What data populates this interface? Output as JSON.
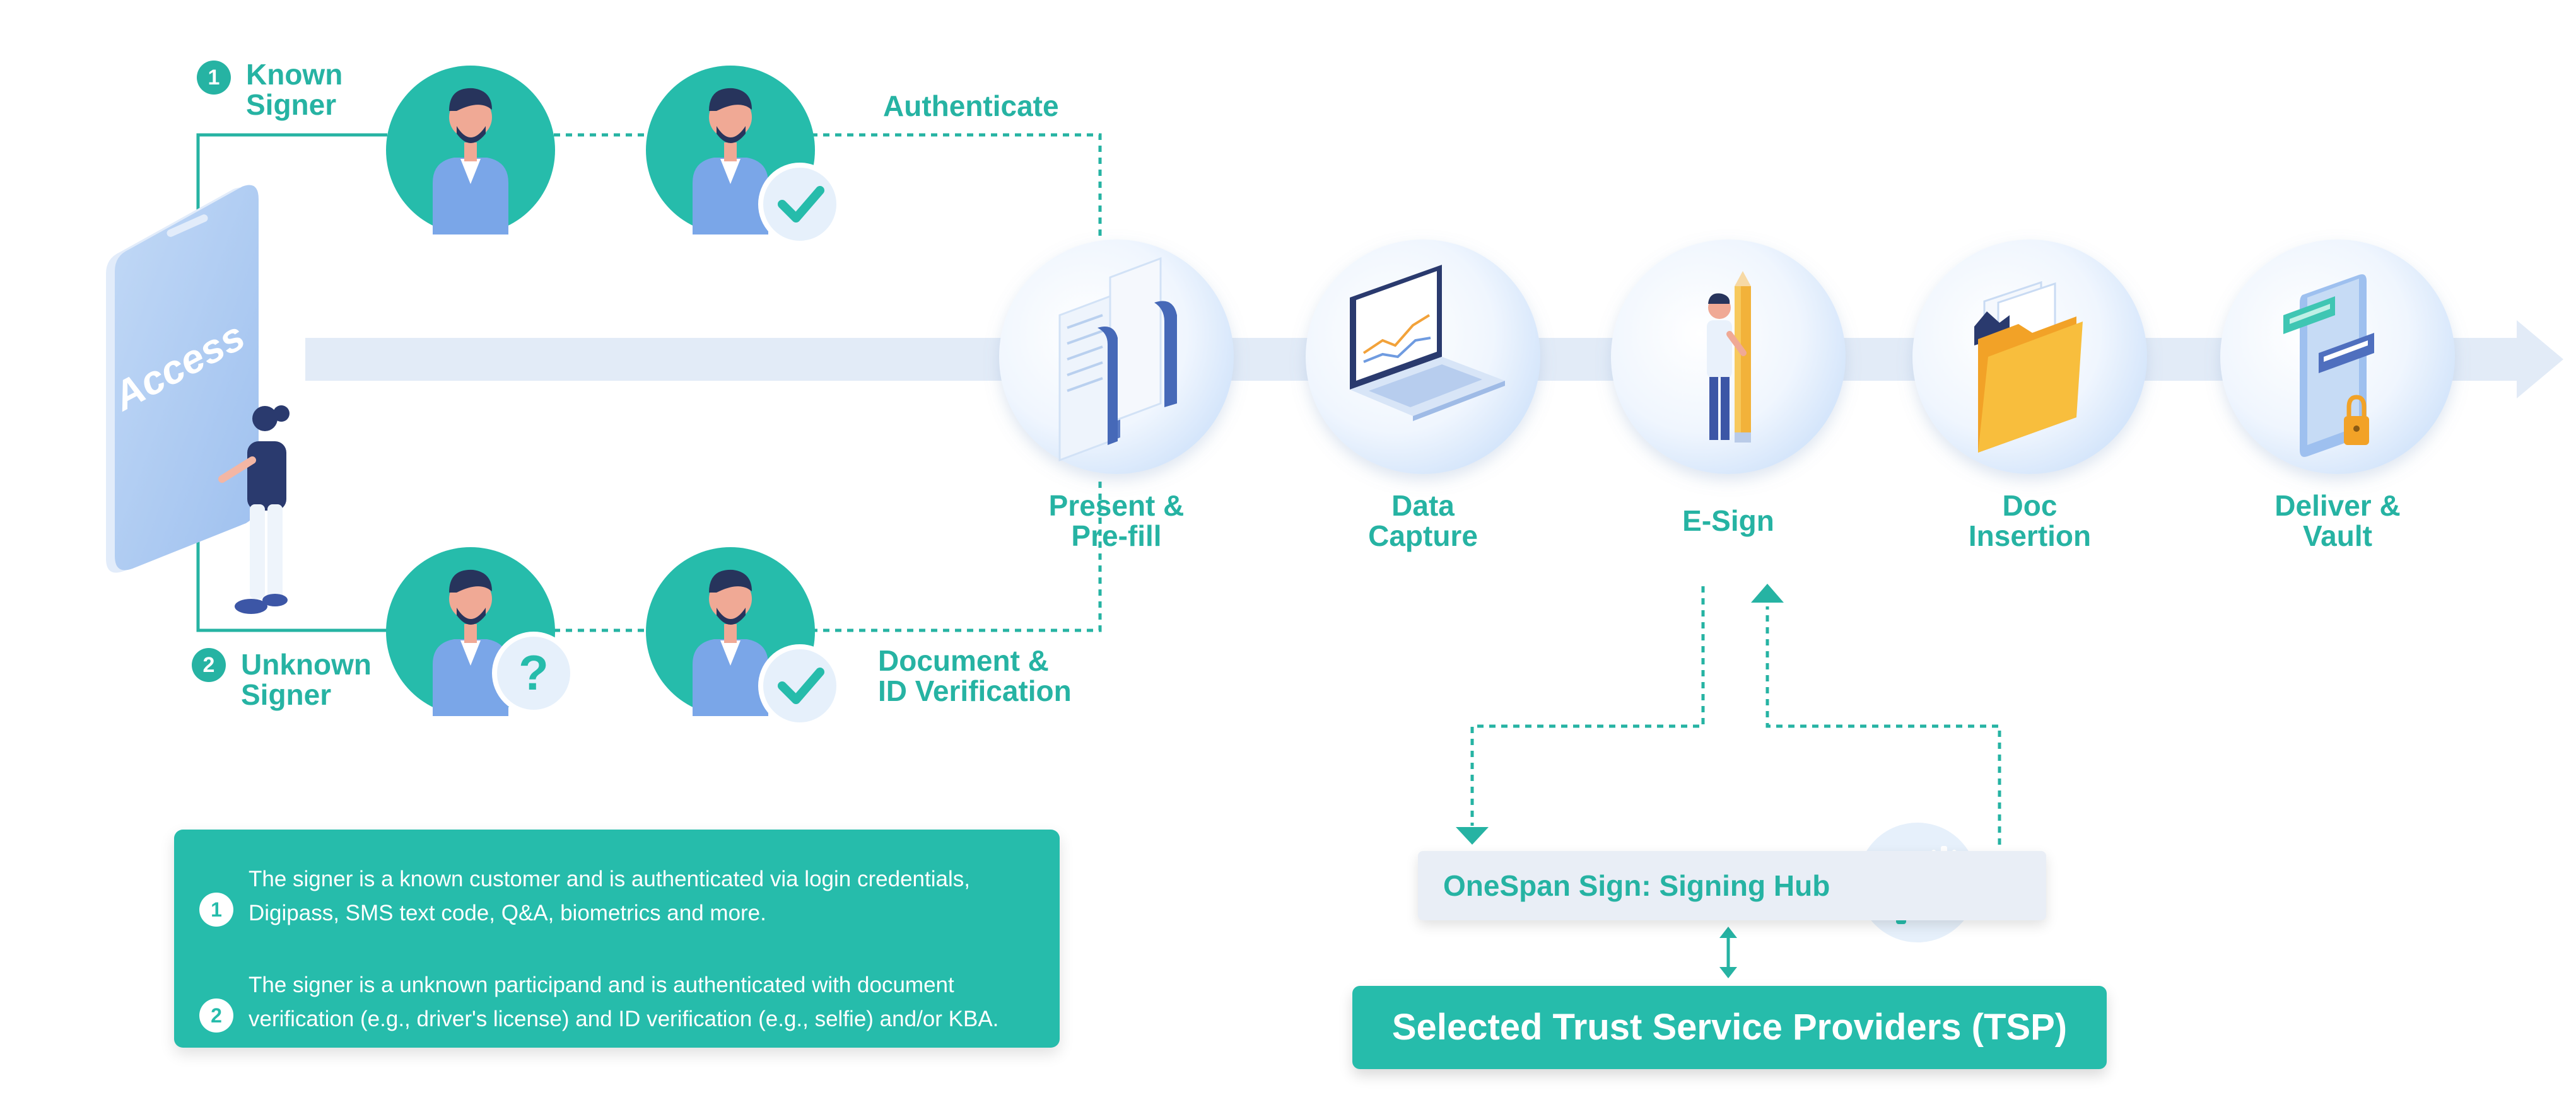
{
  "flow": {
    "known_label": [
      "Known",
      "Signer"
    ],
    "known_num": "1",
    "unknown_label": [
      "Unknown",
      "Signer"
    ],
    "unknown_num": "2",
    "authenticate": "Authenticate",
    "doc_verify": [
      "Document &",
      "ID Verification"
    ],
    "access": "Access"
  },
  "steps": [
    {
      "label": [
        "Present &",
        "Pre-fill"
      ],
      "icon": "documents-icon"
    },
    {
      "label": [
        "Data",
        "Capture"
      ],
      "icon": "laptop-icon"
    },
    {
      "label": [
        "E-Sign"
      ],
      "icon": "pencil-person-icon"
    },
    {
      "label": [
        "Doc",
        "Insertion"
      ],
      "icon": "folder-icon"
    },
    {
      "label": [
        "Deliver &",
        "Vault"
      ],
      "icon": "phone-lock-icon"
    }
  ],
  "legend": [
    {
      "num": "1",
      "lines": [
        "The signer is a known customer and is authenticated via login credentials,",
        "Digipass, SMS text code, Q&A, biometrics and more."
      ]
    },
    {
      "num": "2",
      "lines": [
        "The signer is a unknown participand and is authenticated with document",
        "verification (e.g., driver's license) and ID verification (e.g., selfie) and/or KBA."
      ]
    }
  ],
  "hub": {
    "title": "OneSpan Sign: Signing Hub",
    "icon": "gears-icon"
  },
  "tsp": {
    "label": "Selected Trust Service Providers (TSP)"
  },
  "colors": {
    "teal": "#26b3a3",
    "teal_bg": "#26bcab",
    "arrow": "#e2ebf7",
    "blue": "#6f9be0"
  }
}
